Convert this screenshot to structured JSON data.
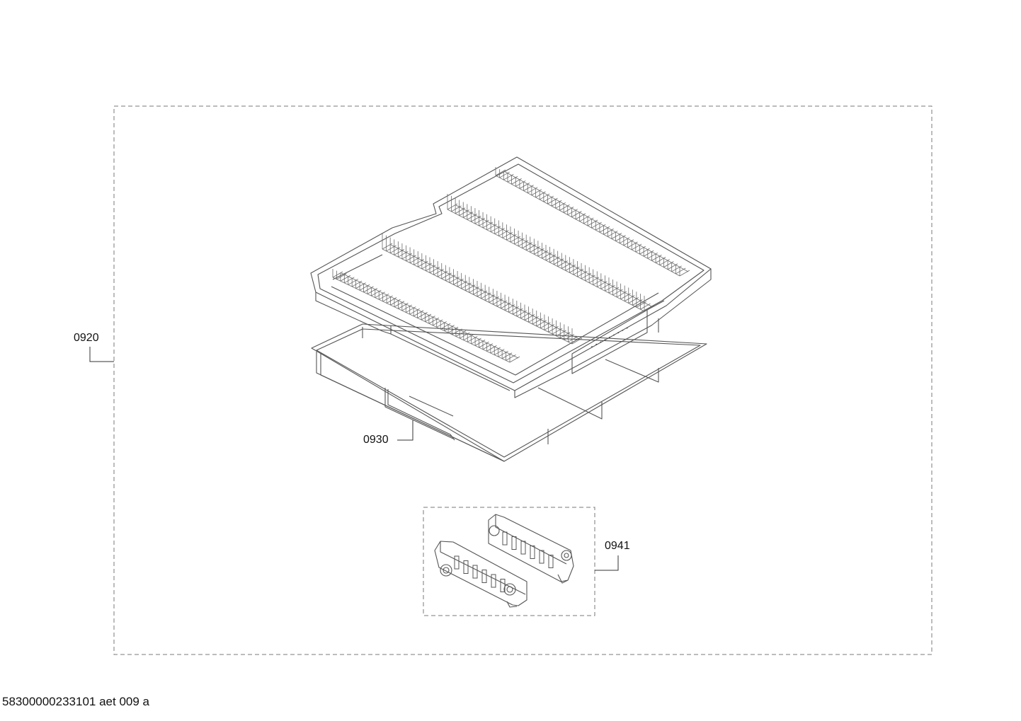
{
  "callouts": {
    "assembly": "0920",
    "wire_frame": "0930",
    "clip_set": "0941"
  },
  "footer_code": "58300000233101 aet 009 a",
  "colors": {
    "line": "#5a5a5a",
    "dash": "#7a7a7a"
  },
  "icons": [
    "cutlery-tray-drawing",
    "wire-rack-frame-drawing",
    "tray-clip-drawing"
  ]
}
